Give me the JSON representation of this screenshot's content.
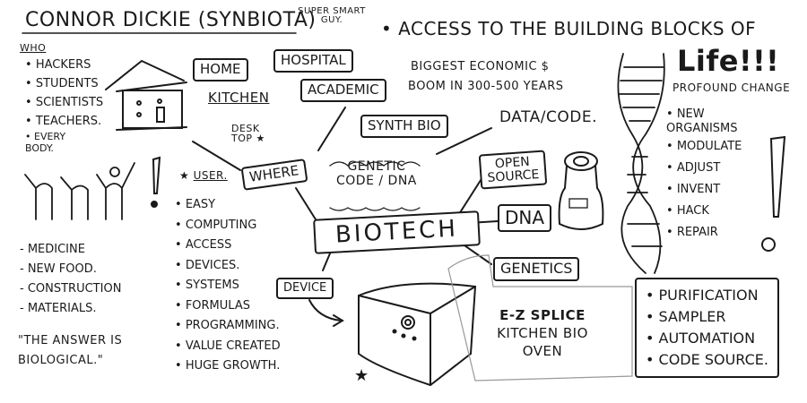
{
  "header": {
    "speaker": "Connor Dickie (Synbiota)",
    "note": "Super smart guy.",
    "headline": "Access to the building blocks of",
    "headline_emphasis": "Life!!!",
    "economic": [
      "Biggest economic $",
      "boom in 300-500 years"
    ]
  },
  "who": {
    "title": "Who",
    "items": [
      "Hackers",
      "Students",
      "Scientists",
      "Teachers.",
      "Every body."
    ]
  },
  "places": [
    "Home",
    "Hospital",
    "Kitchen",
    "Academic",
    "Desk top"
  ],
  "where_label": "Where",
  "synth_bio": "Synth Bio",
  "genetic_code": [
    "Genetic",
    "code",
    "DNA"
  ],
  "data_code": "Data/Code.",
  "open_source": [
    "Open",
    "Source"
  ],
  "dna_box": "DNA",
  "biotech": "Biotech",
  "genetics": "Genetics",
  "device": "Device",
  "user": {
    "title": "User.",
    "items": [
      "Easy",
      "Computing",
      "Access",
      "Devices.",
      "Systems",
      "Formulas",
      "Programming.",
      "Value created",
      "Huge growth."
    ]
  },
  "uses": {
    "items": [
      "Medicine",
      "New food.",
      "Construction",
      "Materials."
    ],
    "quote": [
      "\"The answer is",
      "biological.\""
    ]
  },
  "life_changes": {
    "title": "Profound change",
    "items": [
      "New organisms",
      "Modulate",
      "Adjust",
      "Invent",
      "Hack",
      "Repair"
    ]
  },
  "oven": [
    "E-Z Splice",
    "Kitchen Bio",
    "Oven"
  ],
  "features": [
    "Purification",
    "Sampler",
    "Automation",
    "Code source."
  ]
}
